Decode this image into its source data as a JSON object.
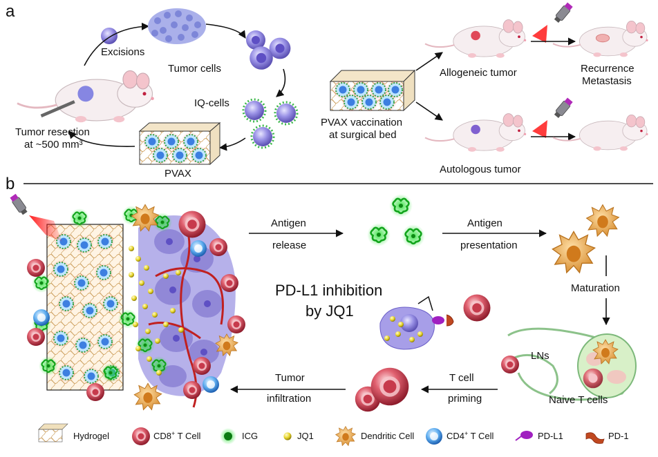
{
  "panel_a": {
    "letter": "a",
    "excisions": "Excisions",
    "tumor_cells": "Tumor cells",
    "iq_cells": "IQ-cells",
    "tumor_resection_line1": "Tumor resection",
    "tumor_resection_line2": "at ~500 mm³",
    "pvax": "PVAX",
    "pvax_vaccination_line1": "PVAX vaccination",
    "pvax_vaccination_line2": "at surgical bed",
    "allogeneic_tumor": "Allogeneic tumor",
    "autologous_tumor": "Autologous tumor",
    "recurrence": "Recurrence",
    "metastasis": "Metastasis"
  },
  "panel_b": {
    "letter": "b",
    "antigen_release_1": "Antigen",
    "antigen_release_2": "release",
    "antigen_presentation_1": "Antigen",
    "antigen_presentation_2": "presentation",
    "maturation": "Maturation",
    "pdl1_inhibition_1": "PD-L1 inhibition",
    "pdl1_inhibition_2": "by JQ1",
    "lns": "LNs",
    "naive_t_cells": "Naive T cells",
    "t_cell_priming_1": "T cell",
    "t_cell_priming_2": "priming",
    "tumor_infiltration_1": "Tumor",
    "tumor_infiltration_2": "infiltration"
  },
  "legend": {
    "hydrogel": "Hydrogel",
    "cd8_prefix": "CD8",
    "cd8_sup": "+",
    "cd8_suffix": " T Cell",
    "icg": "ICG",
    "jq1": "JQ1",
    "dendritic": "Dendritic Cell",
    "cd4_prefix": "CD4",
    "cd4_sup": "+",
    "cd4_suffix": " T Cell",
    "pdl1": "PD-L1",
    "pd1": "PD-1"
  },
  "colors": {
    "tcell_red": "#c93a4a",
    "tumor_purple": "#8e86d8",
    "icg_green": "#34c23a",
    "jq1_yellow": "#e8d82a",
    "dendritic_orange": "#e6a24a",
    "cd4_blue": "#3a8fe0",
    "laser_red": "#ff2020"
  }
}
